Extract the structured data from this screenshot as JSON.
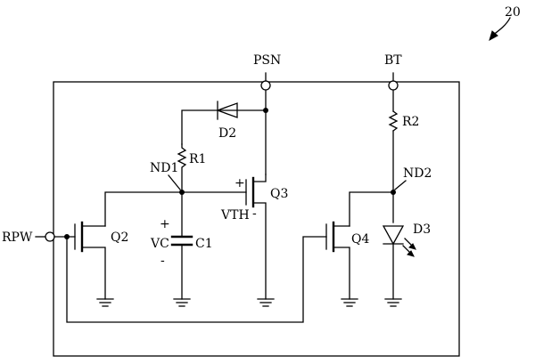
{
  "figure_number": "20",
  "terminals": {
    "psn": "PSN",
    "bt": "BT",
    "rpw": "RPW"
  },
  "nodes": {
    "nd1": "ND1",
    "nd2": "ND2"
  },
  "components": {
    "r1": "R1",
    "r2": "R2",
    "c1": "C1",
    "d2": "D2",
    "d3": "D3",
    "q2": "Q2",
    "q3": "Q3",
    "q4": "Q4"
  },
  "signals": {
    "vc": "VC",
    "vth": "VTH",
    "plus": "+",
    "minus": "-"
  }
}
